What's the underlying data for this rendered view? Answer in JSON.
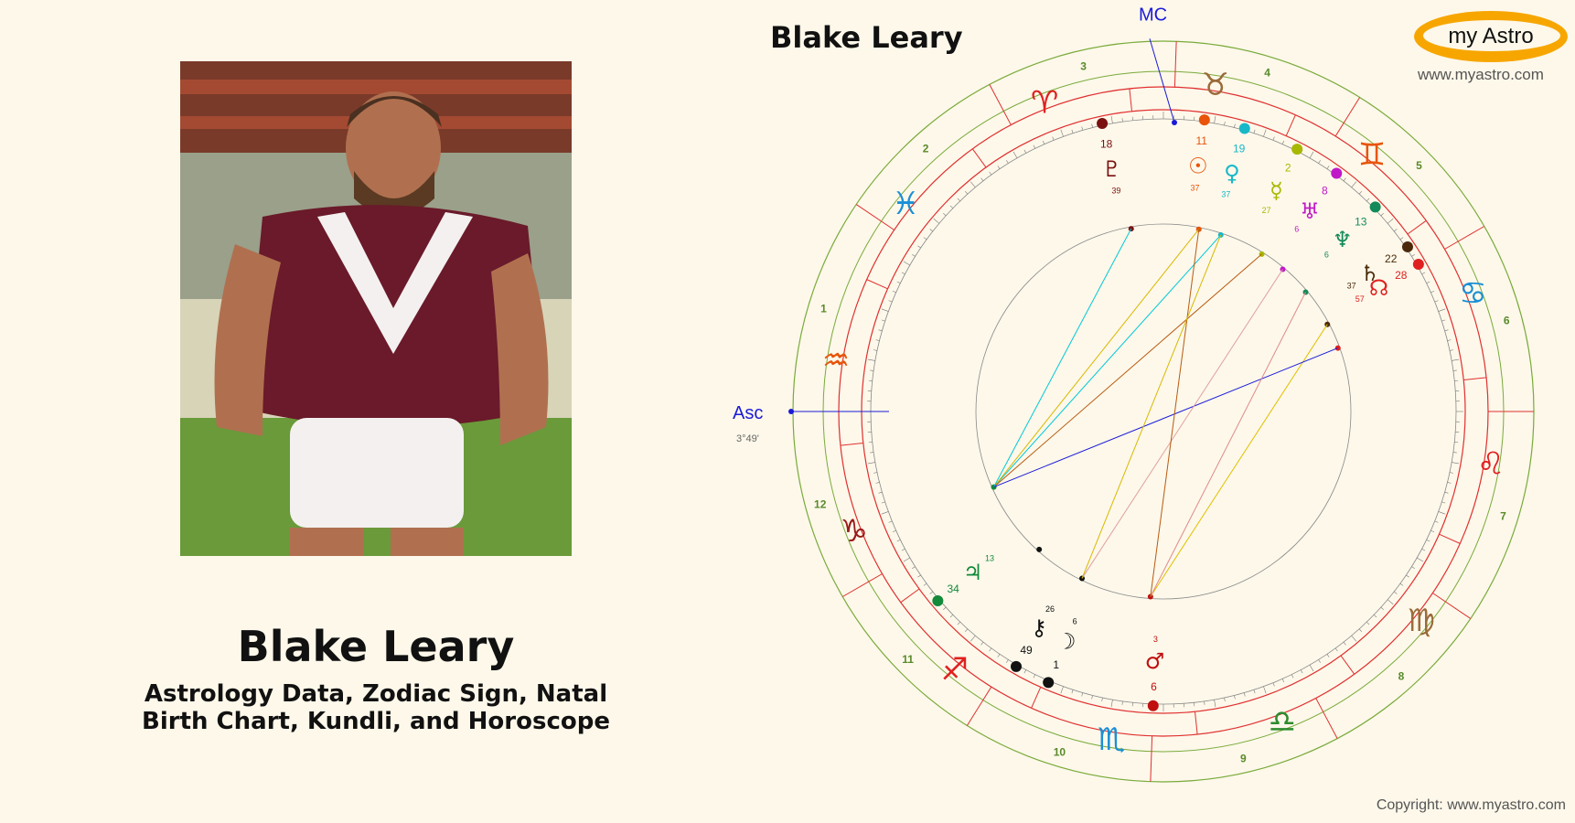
{
  "person": {
    "name": "Blake Leary",
    "subtitle_line1": "Astrology Data, Zodiac Sign, Natal",
    "subtitle_line2": "Birth Chart, Kundli, and Horoscope"
  },
  "chart": {
    "title": "Blake Leary",
    "mc_label": "MC",
    "asc_label": "Asc",
    "asc_degree": "3°49'",
    "house_numbers": [
      "1",
      "2",
      "3",
      "4",
      "5",
      "6",
      "7",
      "8",
      "9",
      "10",
      "11",
      "12"
    ],
    "signs": [
      {
        "name": "Pisces",
        "glyph": "♓",
        "color": "#1a8fd6"
      },
      {
        "name": "Aries",
        "glyph": "♈",
        "color": "#e02020"
      },
      {
        "name": "Taurus",
        "glyph": "♉",
        "color": "#9a6b3a"
      },
      {
        "name": "Gemini",
        "glyph": "♊",
        "color": "#e8540a"
      },
      {
        "name": "Cancer",
        "glyph": "♋",
        "color": "#1a8fd6"
      },
      {
        "name": "Leo",
        "glyph": "♌",
        "color": "#e02020"
      },
      {
        "name": "Virgo",
        "glyph": "♍",
        "color": "#9a6b3a"
      },
      {
        "name": "Libra",
        "glyph": "♎",
        "color": "#2e8b2e"
      },
      {
        "name": "Scorpio",
        "glyph": "♏",
        "color": "#1a8fd6"
      },
      {
        "name": "Sagittarius",
        "glyph": "♐",
        "color": "#e02020"
      },
      {
        "name": "Capricorn",
        "glyph": "♑",
        "color": "#9a1a1a"
      },
      {
        "name": "Aquarius",
        "glyph": "♒",
        "color": "#e8540a"
      }
    ],
    "planets": [
      {
        "name": "Sun",
        "glyph": "☉",
        "degree": "11",
        "minute": "37",
        "color": "#e8540a"
      },
      {
        "name": "Venus",
        "glyph": "♀",
        "degree": "19",
        "minute": "37",
        "color": "#18b8c8"
      },
      {
        "name": "Mercury",
        "glyph": "☿",
        "degree": "2",
        "minute": "27",
        "color": "#a8b800"
      },
      {
        "name": "Uranus",
        "glyph": "♅",
        "degree": "8",
        "minute": "6",
        "color": "#c018c8"
      },
      {
        "name": "Neptune",
        "glyph": "♆",
        "degree": "13",
        "minute": "6",
        "color": "#138a5a"
      },
      {
        "name": "Saturn",
        "glyph": "♄",
        "degree": "22",
        "minute": "37",
        "color": "#4a2a0a"
      },
      {
        "name": "North Node",
        "glyph": "☊",
        "degree": "28",
        "minute": "57",
        "color": "#e02020"
      },
      {
        "name": "Pluto",
        "glyph": "♇",
        "degree": "18",
        "minute": "39",
        "color": "#7a1010"
      },
      {
        "name": "Jupiter",
        "glyph": "♃",
        "degree": "34",
        "minute": "13",
        "color": "#138a3a"
      },
      {
        "name": "Chiron",
        "glyph": "⚷",
        "degree": "49",
        "minute": "26",
        "color": "#111111"
      },
      {
        "name": "Moon",
        "glyph": "☽",
        "degree": "1",
        "minute": "6",
        "color": "#111111"
      },
      {
        "name": "Mars",
        "glyph": "♂",
        "degree": "6",
        "minute": "3",
        "color": "#c01010"
      }
    ]
  },
  "brand": {
    "logo_text": "my Astro",
    "site": "www.myastro.com",
    "copyright": "Copyright: www.myastro.com"
  }
}
